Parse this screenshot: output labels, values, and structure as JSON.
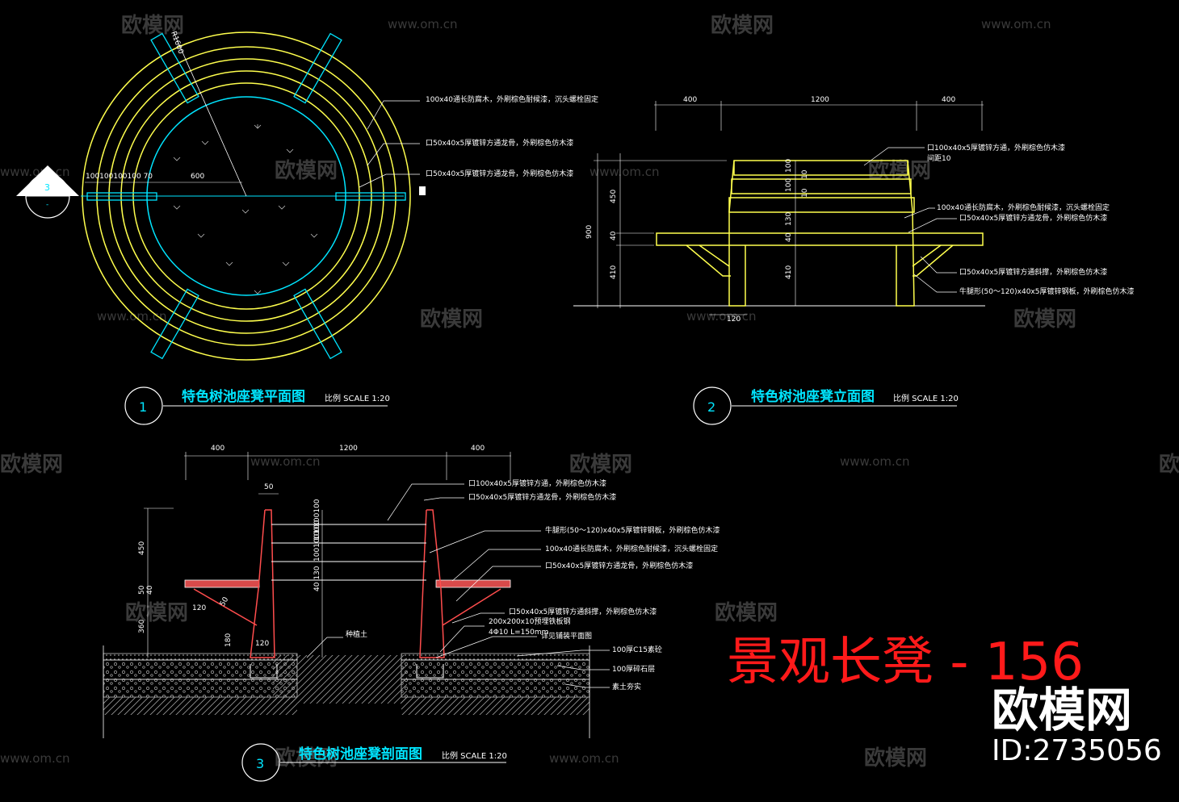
{
  "watermark": {
    "brand": "欧模网",
    "url": "www.om.cn"
  },
  "plan": {
    "number": "1",
    "title": "特色树池座凳平面图",
    "scale": "比例 SCALE 1:20",
    "radius_label": "R1600",
    "dim_left": "100100100100 70",
    "dim_right": "600",
    "notes": [
      "100x40通长防腐木，外刷棕色耐候漆，沉头螺栓固定",
      "口50x40x5厚镀锌方通龙骨，外刷棕色仿木漆",
      "口50x40x5厚镀锌方通龙骨，外刷棕色仿木漆"
    ]
  },
  "section_marker": {
    "number": "3",
    "sub": "-"
  },
  "elevation": {
    "number": "2",
    "title": "特色树池座凳立面图",
    "scale": "比例 SCALE 1:20",
    "top_dims": [
      "400",
      "1200",
      "400"
    ],
    "left_dims": [
      "450",
      "900",
      "40",
      "410"
    ],
    "inner_dims": [
      "100",
      "10",
      "100",
      "10",
      "130",
      "40",
      "410"
    ],
    "bottom_dim": "120",
    "notes": [
      "口100x40x5厚镀锌方通，外刷棕色仿木漆",
      "间距10",
      "100x40通长防腐木，外刷棕色耐候漆，沉头螺栓固定",
      "口50x40x5厚镀锌方通龙骨，外刷棕色仿木漆",
      "口50x40x5厚镀锌方通斜撑，外刷棕色仿木漆",
      "牛腿形(50～120)x40x5厚镀锌钢板，外刷棕色仿木漆"
    ]
  },
  "section": {
    "number": "3",
    "title": "特色树池座凳剖面图",
    "scale": "比例 SCALE 1:20",
    "top_dims": [
      "400",
      "1200",
      "400"
    ],
    "dim_50": "50",
    "left_dims": [
      "450",
      "50",
      "40",
      "360"
    ],
    "dim_120a": "120",
    "dim_50b": "50",
    "dim_180": "180",
    "dim_120b": "120",
    "inner_dims": [
      "100100100",
      "100100100",
      "40 130"
    ],
    "soil_label": "种植土",
    "notes": [
      "口100x40x5厚镀锌方通，外刷棕色仿木漆",
      "口50x40x5厚镀锌方通龙骨，外刷棕色仿木漆",
      "牛腿形(50～120)x40x5厚镀锌钢板，外刷棕色仿木漆",
      "100x40通长防腐木，外刷棕色耐候漆，沉头螺栓固定",
      "口50x40x5厚镀锌方通龙骨，外刷棕色仿木漆",
      "口50x40x5厚镀锌方通斜撑，外刷棕色仿木漆",
      "200x200x10预埋铁板钢",
      "4Φ10 L=150mm",
      "详见铺装平面图",
      "100厚C15素砼",
      "100厚碎石层",
      "素土夯实"
    ]
  },
  "banner": {
    "title": "景观长凳 - 156",
    "brand": "欧模网",
    "id": "ID:2735056"
  },
  "colors": {
    "background": "#000000",
    "yellow": "#ffff4d",
    "cyan": "#00e5ff",
    "white": "#ffffff",
    "banner_red": "#ff1a1a",
    "watermark": "#3a3a3a"
  }
}
